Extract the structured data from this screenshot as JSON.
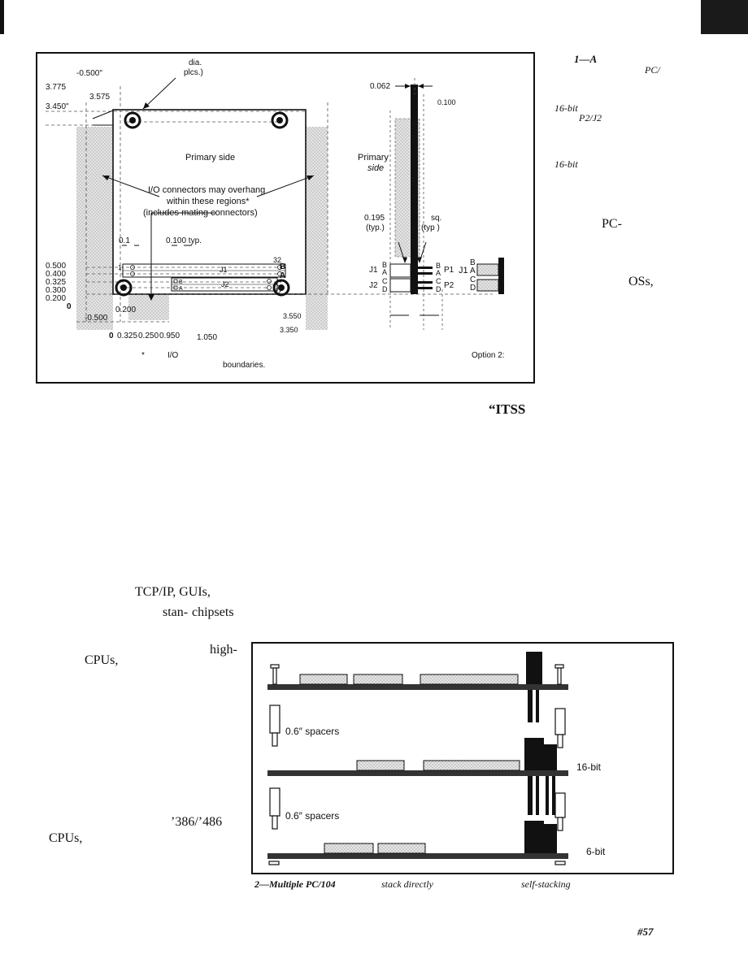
{
  "figure1": {
    "top_labels": {
      "dia": "dia.",
      "pics": "plcs.)",
      "x_neg500": "-0.500\"",
      "y_3775": "3.775",
      "y_3575": "3.575",
      "y_3450": "3.450\""
    },
    "primary_side": "Primary side",
    "io_note": [
      "I/O connectors may overhang",
      "within these regions*",
      "(includes mating connectors)"
    ],
    "pitch_labels": {
      "p01": "0.1",
      "p0100": "0.100 typ."
    },
    "y_labels": [
      "0.500",
      "0.400",
      "0.325",
      "0.300",
      "0.200",
      "0",
      "-0.500"
    ],
    "pin32": "32",
    "conn_rows_top": [
      "B",
      "A"
    ],
    "conn_rows_bot": [
      "C",
      "D"
    ],
    "j1": "J1",
    "j2": "J2",
    "pin_b": "B",
    "pin_a": "A",
    "pin1": "1",
    "x_labels": {
      "x0": "0",
      "x0325": "0.325",
      "x0250": "0.250",
      "x0950": "0.950",
      "x1050": "1.050",
      "x0200": "0.200",
      "x3550": "3.550",
      "x3350": "3.350"
    },
    "footnote_star": "*",
    "footnote_io": "I/O",
    "footnote_boundaries": "boundaries.",
    "side_view": {
      "dim_0062": "0.062",
      "dim_0100": "0.100",
      "primary": "Primary",
      "side": "side",
      "dim_0195": "0.195",
      "typ1": "(typ.)",
      "sq": "sq.",
      "typ2": "(typ )",
      "j1": "J1",
      "j2": "J2",
      "p1": "P1",
      "p2": "P2",
      "rows": [
        "B",
        "A",
        "C",
        "D"
      ],
      "j1_right": "J1",
      "rows_right": [
        "B",
        "A",
        "C",
        "D"
      ],
      "option": "Option 2:"
    }
  },
  "caption1": [
    "1—A",
    "PC/",
    "16-bit",
    "P2/J2",
    "16-bit",
    "PC-",
    "OSs,"
  ],
  "body_frag": {
    "itss": "“ITSS",
    "tcpip": "TCP/IP, GUIs,",
    "stan": "stan-",
    "chipsets": "chipsets",
    "high": "high-",
    "cpus1": "CPUs,",
    "c386": "’386/’486",
    "cpus2": "CPUs,"
  },
  "figure2": {
    "spacers1": "0.6″ spacers",
    "spacers2": "0.6″ spacers",
    "bit16": "16-bit",
    "bit6": "6-bit",
    "caption": [
      "2—Multiple PC/104",
      "stack directly",
      "self-stacking"
    ]
  },
  "page_number": "#57"
}
